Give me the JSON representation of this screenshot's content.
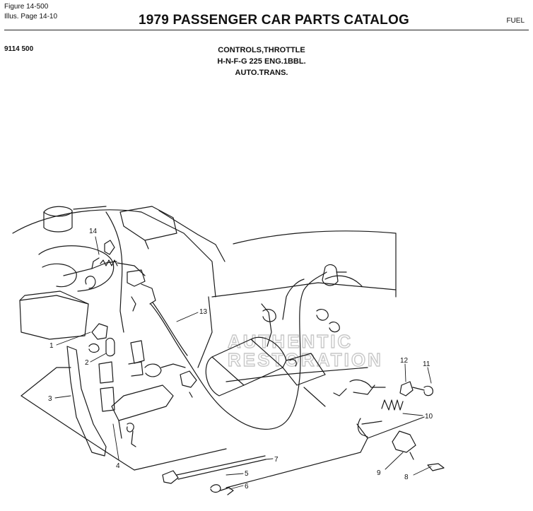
{
  "header": {
    "figure": "Figure 14-500",
    "illus": "Illus. Page 14-10",
    "catalog_title": "1979 PASSENGER CAR PARTS CATALOG",
    "section": "FUEL"
  },
  "part_number": "9114 500",
  "title_lines": [
    "CONTROLS,THROTTLE",
    "H-N-F-G 225 ENG.1BBL.",
    "AUTO.TRANS."
  ],
  "callouts": [
    "1",
    "2",
    "3",
    "4",
    "5",
    "6",
    "7",
    "8",
    "9",
    "10",
    "11",
    "12",
    "13",
    "14"
  ],
  "watermark": [
    "AUTHENTIC",
    "RESTORATION"
  ]
}
